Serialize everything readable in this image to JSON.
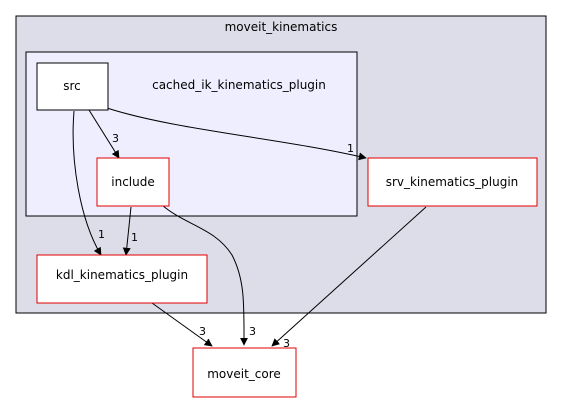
{
  "clusters": {
    "outer": {
      "label": "moveit_kinematics"
    },
    "inner": {
      "label": "cached_ik_kinematics_plugin"
    }
  },
  "nodes": {
    "src": {
      "label": "src"
    },
    "include": {
      "label": "include"
    },
    "srv": {
      "label": "srv_kinematics_plugin"
    },
    "kdl": {
      "label": "kdl_kinematics_plugin"
    },
    "core": {
      "label": "moveit_core"
    }
  },
  "edges": {
    "src_include": {
      "label": "3"
    },
    "src_srv": {
      "label": "1"
    },
    "src_kdl": {
      "label": "1"
    },
    "include_kdl": {
      "label": "1"
    },
    "include_core": {
      "label": "3"
    },
    "kdl_core": {
      "label": "3"
    },
    "srv_core": {
      "label": "3"
    }
  },
  "colors": {
    "outer_fill": "#dddde9",
    "inner_fill": "#eeeeff",
    "node_border_red": "#e00000",
    "edge": "#000000"
  }
}
